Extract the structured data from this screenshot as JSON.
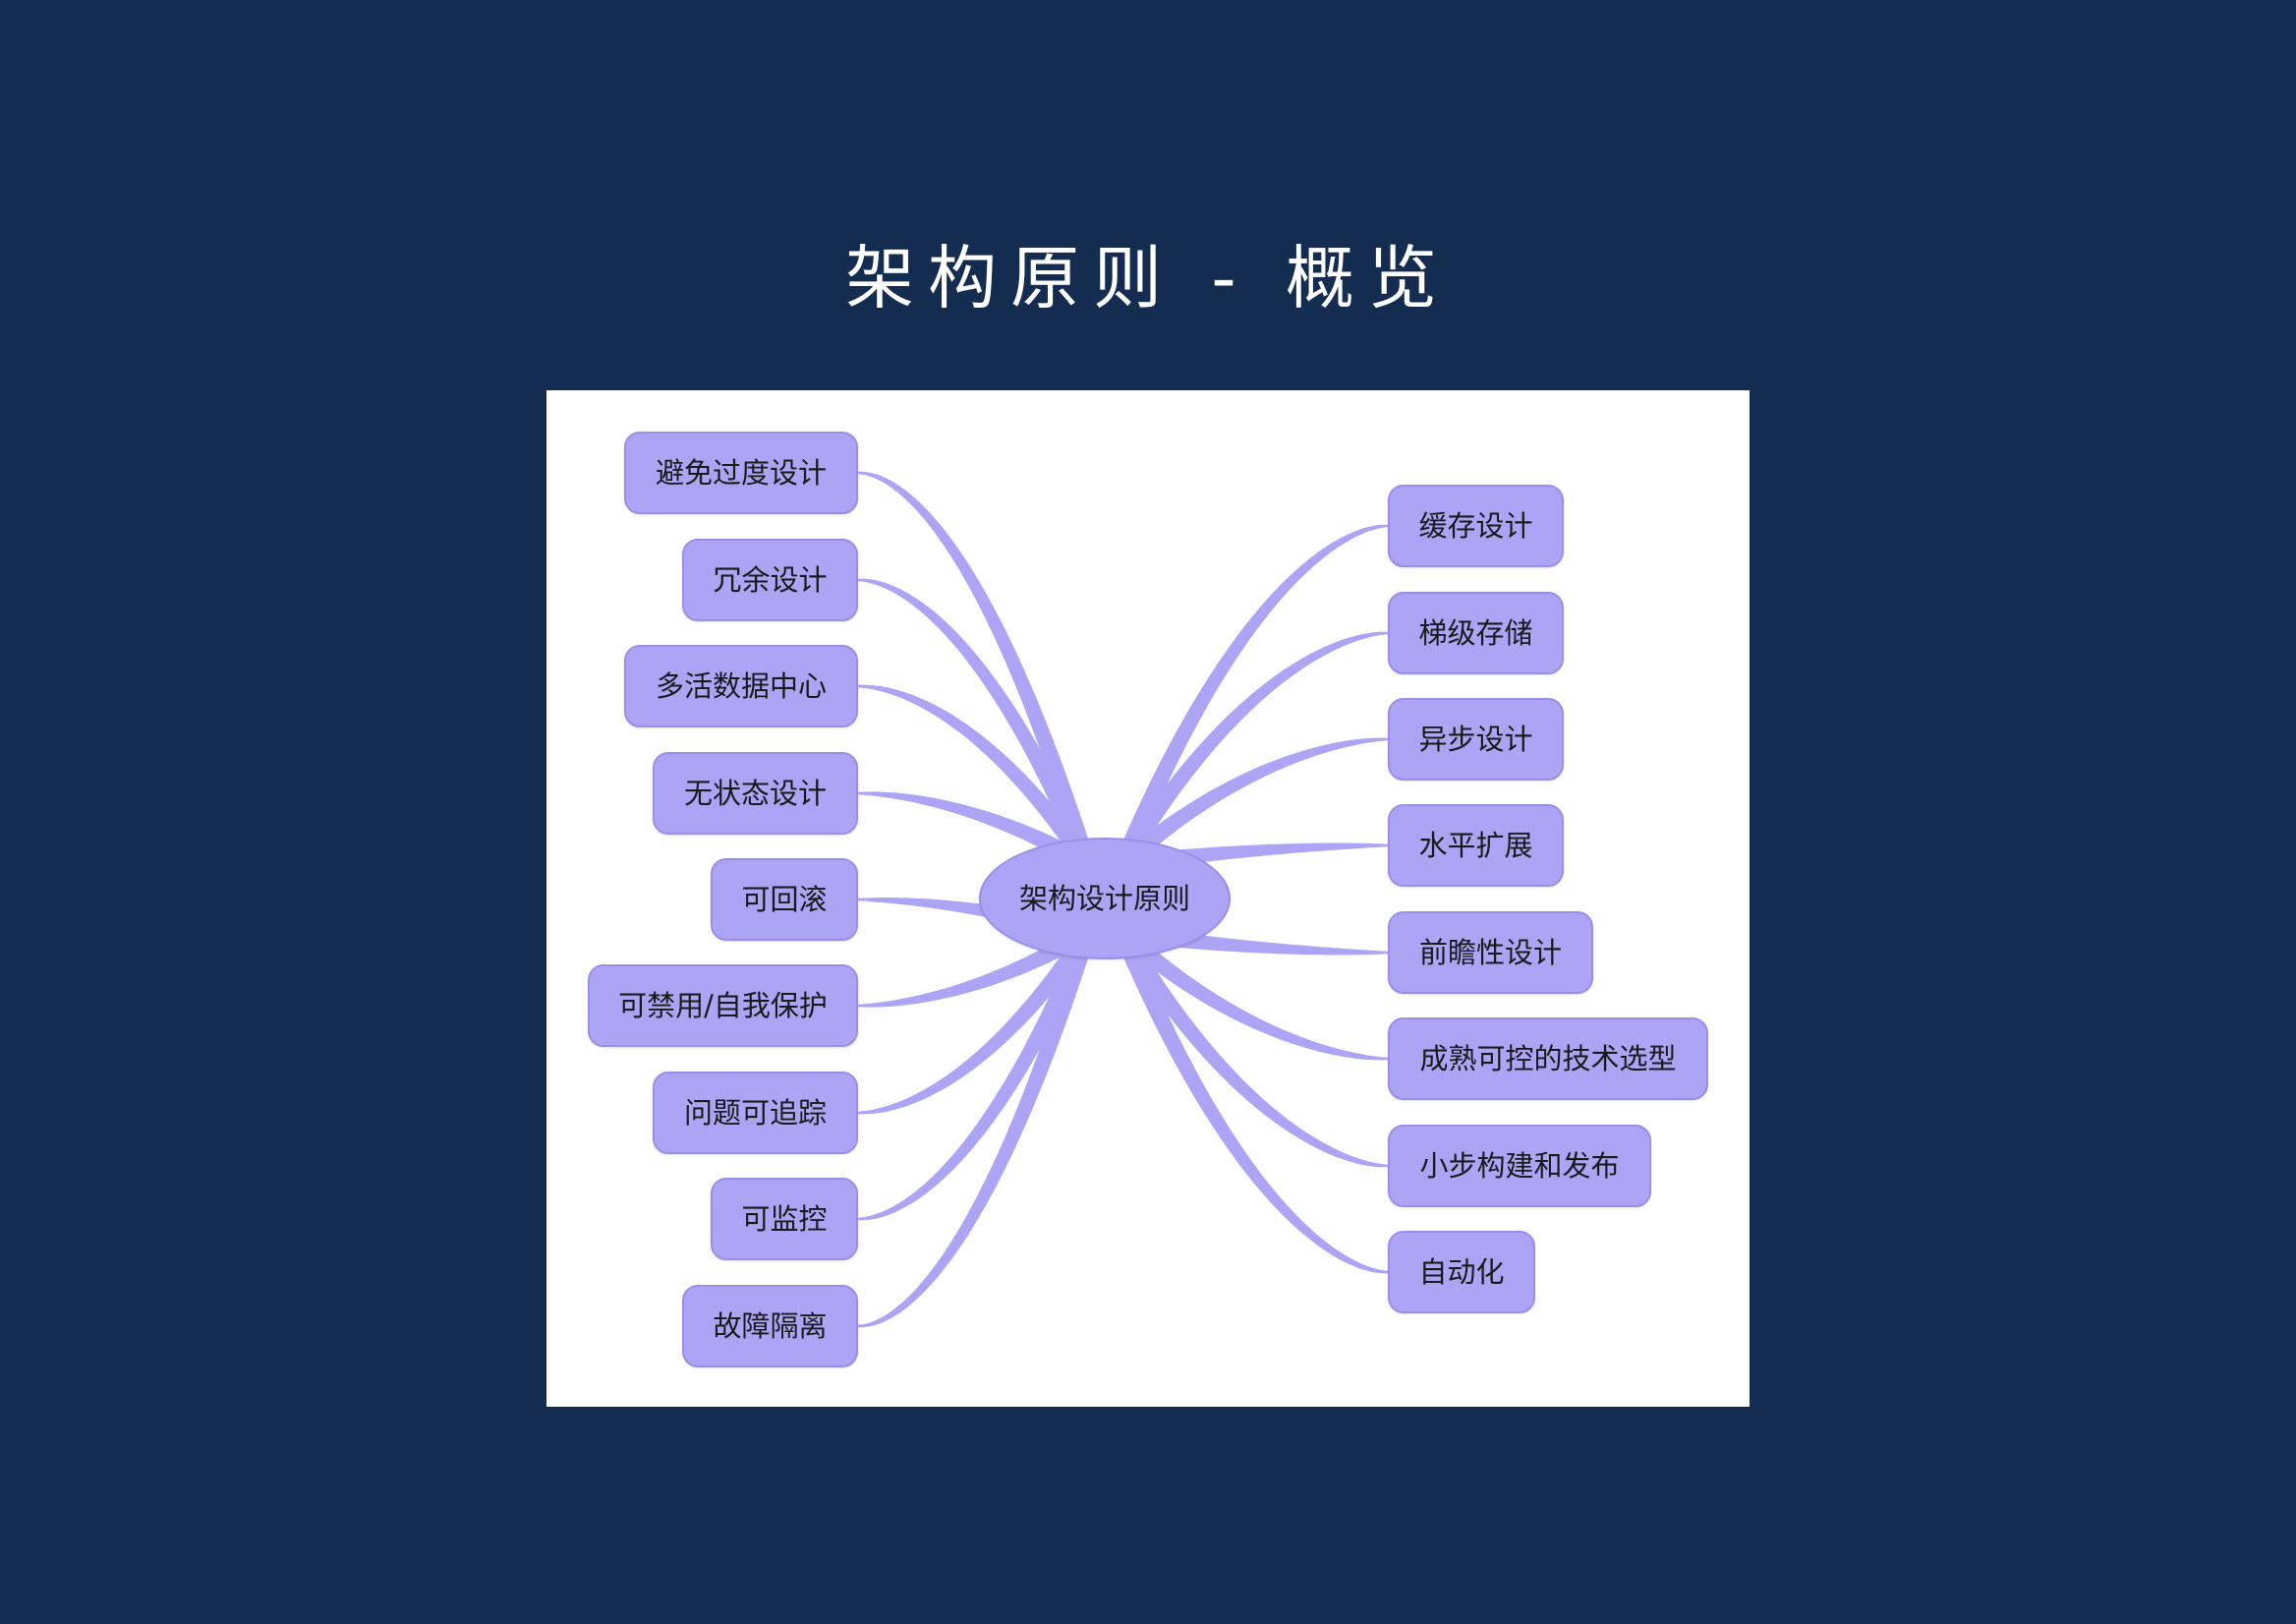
{
  "title": "架构原则 - 概览",
  "diagram": {
    "center": "架构设计原则",
    "left_nodes": [
      "避免过度设计",
      "冗余设计",
      "多活数据中心",
      "无状态设计",
      "可回滚",
      "可禁用/自我保护",
      "问题可追踪",
      "可监控",
      "故障隔离"
    ],
    "right_nodes": [
      "缓存设计",
      "梯级存储",
      "异步设计",
      "水平扩展",
      "前瞻性设计",
      "成熟可控的技术选型",
      "小步构建和发布",
      "自动化"
    ],
    "colors": {
      "background": "#152c51",
      "node_fill": "#aea4f5",
      "node_border": "#9a8ee8",
      "branch": "#aea4f5"
    }
  }
}
